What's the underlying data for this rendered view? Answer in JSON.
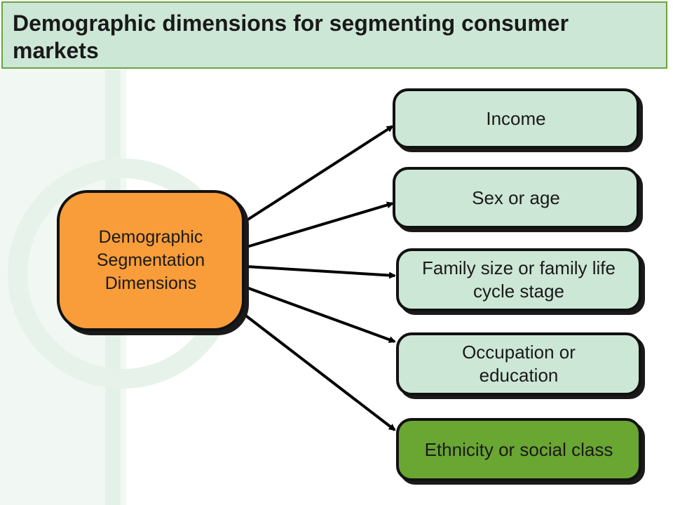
{
  "title": "Demographic dimensions for segmenting consumer markets",
  "center_node": "Demographic Segmentation Dimensions",
  "nodes": [
    "Income",
    "Sex or age",
    "Family size or family life cycle stage",
    "Occupation or education",
    "Ethnicity or social class"
  ],
  "colors": {
    "title_fill": "#cde7d6",
    "title_border": "#6aa33e",
    "center_fill": "#f99d3a",
    "node_fill": "#cde7d6",
    "highlight_fill": "#6aa632"
  }
}
